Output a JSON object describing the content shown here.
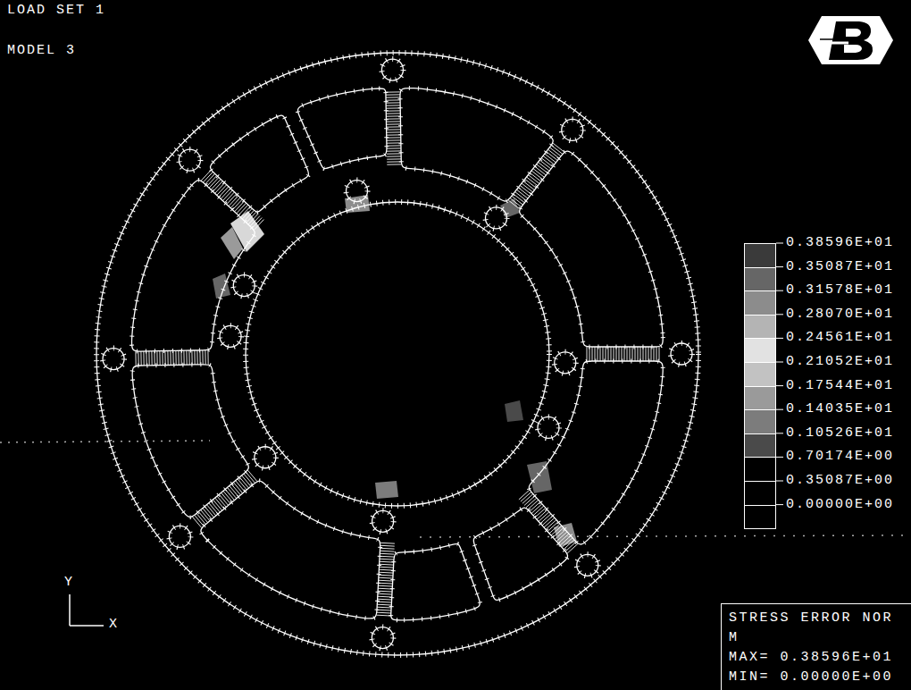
{
  "diagram": {
    "nodes": [
      {
        "text": [
          "STRESS ERROR NOR M",
          "MAX= 0.38596E+01",
          "MIN= 0.00000E+00"
        ]
      }
    ],
    "labels": [
      "LOAD SET 1",
      "MODEL 3",
      "Y",
      "X"
    ],
    "legend": [
      {
        "text": "0.38596E+01",
        "color": "#3a3a3a"
      },
      {
        "text": "0.35087E+01",
        "color": "#666666"
      },
      {
        "text": "0.31578E+01",
        "color": "#8c8c8c"
      },
      {
        "text": "0.28070E+01",
        "color": "#b4b4b4"
      },
      {
        "text": "0.24561E+01",
        "color": "#e2e2e2"
      },
      {
        "text": "0.21052E+01",
        "color": "#c2c2c2"
      },
      {
        "text": "0.17544E+01",
        "color": "#9a9a9a"
      },
      {
        "text": "0.14035E+01",
        "color": "#7c7c7c"
      },
      {
        "text": "0.10526E+01",
        "color": "#4a4a4a"
      },
      {
        "text": "0.70174E+00",
        "color": "#000000"
      },
      {
        "text": "0.35087E+00",
        "color": "#000000"
      },
      {
        "text": "0.00000E+00",
        "color": "#000000"
      }
    ]
  }
}
